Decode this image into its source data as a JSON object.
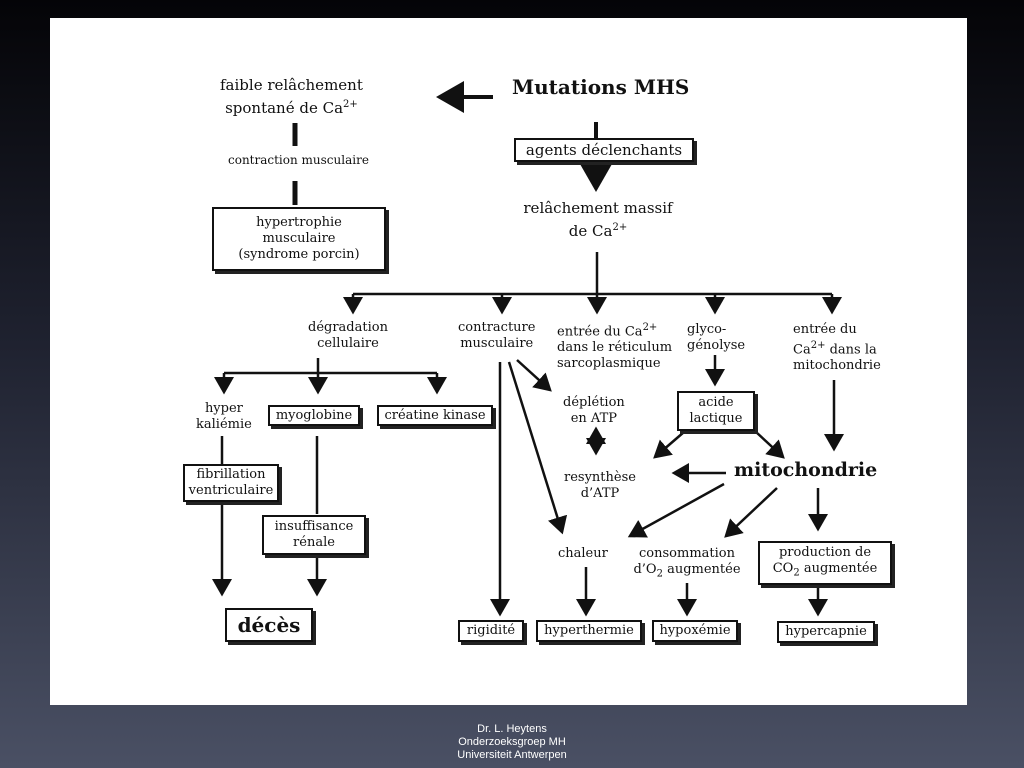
{
  "diagram": {
    "title": "Mutations MHS",
    "weak_release": {
      "line1": "faible relâchement",
      "line2": "spontané de Ca",
      "sup": "2+"
    },
    "contraction": "contraction musculaire",
    "hypertrophy": "hypertrophie\nmusculaire\n(syndrome porcin)",
    "triggers": "agents déclenchants",
    "massive_release": {
      "line1": "relâchement massif",
      "line2": "de Ca",
      "sup": "2+"
    },
    "degradation": "dégradation\ncellulaire",
    "contracture": "contracture\nmusculaire",
    "reticulum": {
      "line1": "entrée du Ca",
      "sup": "2+",
      "line2": "dans le réticulum",
      "line3": "sarcoplasmique"
    },
    "glycogenolysis": "glyco-\ngénolyse",
    "mito_entry": {
      "line1": "entrée du",
      "line2": "Ca",
      "sup": "2+",
      "line2b": " dans la",
      "line3": "mitochondrie"
    },
    "hyperkalemia": "hyper\nkaliémie",
    "myoglobin": "myoglobine",
    "creatine_kinase": "créatine kinase",
    "atp_depletion": "déplétion\nen ATP",
    "lactic_acid": "acide\nlactique",
    "atp_resynthesis": "resynthèse\nd’ATP",
    "mitochondria": "mitochondrie",
    "ventricular_fibrillation": "fibrillation\nventriculaire",
    "renal_failure": "insuffisance\nrénale",
    "heat": "chaleur",
    "o2_consumption": {
      "line1": "consommation",
      "pre": "d’O",
      "sub": "2",
      "post": " augmentée"
    },
    "co2_production": {
      "line1": "production de",
      "pre": "CO",
      "sub": "2",
      "post": " augmentée"
    },
    "death": "décès",
    "rigidity": "rigidité",
    "hyperthermia": "hyperthermie",
    "hypoxemia": "hypoxémie",
    "hypercapnia": "hypercapnie"
  },
  "footer": {
    "line1": "Dr. L. Heytens",
    "line2": "Onderzoeksgroep MH",
    "line3": "Universiteit Antwerpen"
  }
}
